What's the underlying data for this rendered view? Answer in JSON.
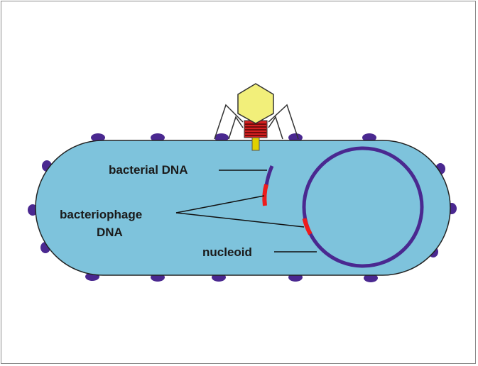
{
  "labels": {
    "bacterial_dna": "bacterial DNA",
    "bacteriophage_dna_line1": "bacteriophage",
    "bacteriophage_dna_line2": "DNA",
    "nucleoid": "nucleoid"
  },
  "colors": {
    "cell_fill": "#7ec3dc",
    "outline": "#222222",
    "dna": "#4a2890",
    "phage_dna": "#ee1c1c",
    "phage_head": "#f2ef7a",
    "phage_tail": "#e0d000",
    "phage_collar": "#cc2222",
    "pili": "#4a2890"
  },
  "icons": [
    "bacteriophage-icon"
  ]
}
